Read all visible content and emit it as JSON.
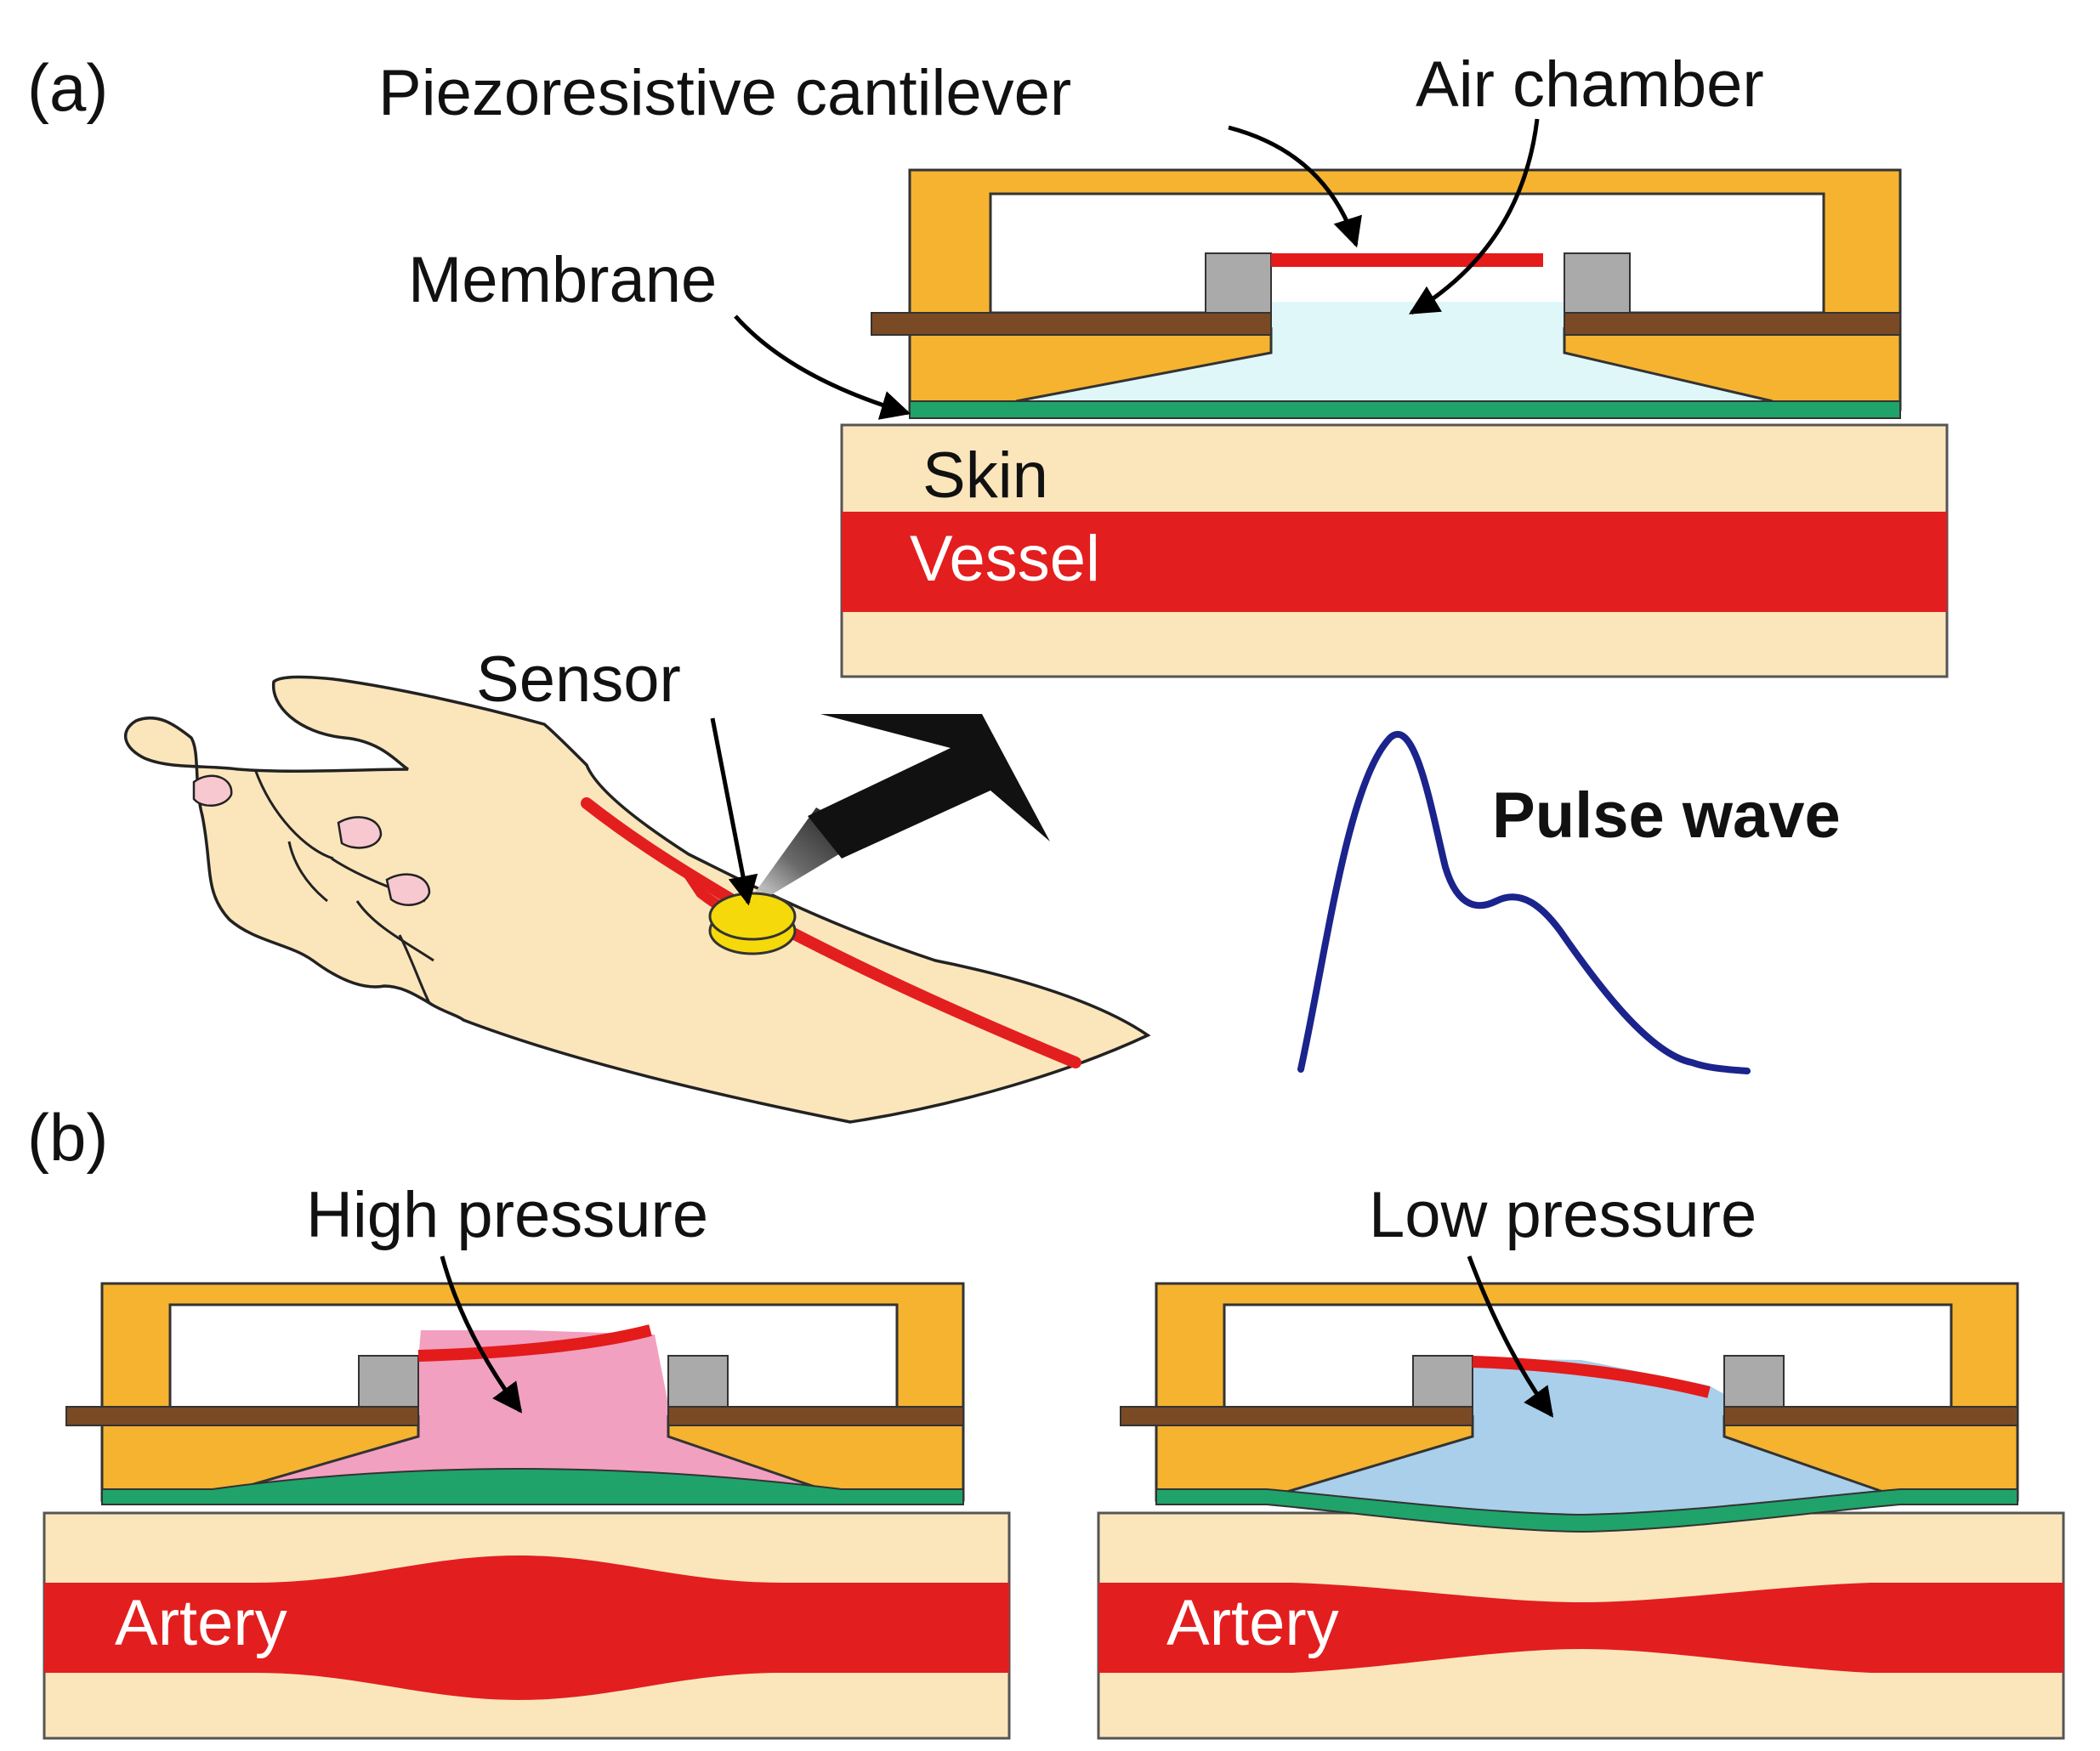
{
  "panel_a": {
    "tag": "(a)",
    "labels": {
      "cantilever": "Piezoresistive cantilever",
      "air_chamber": "Air chamber",
      "membrane": "Membrane",
      "skin": "Skin",
      "vessel": "Vessel",
      "sensor": "Sensor",
      "pulse_wave": "Pulse wave"
    }
  },
  "panel_b": {
    "tag": "(b)",
    "high": {
      "title": "High pressure",
      "artery": "Artery"
    },
    "low": {
      "title": "Low pressure",
      "artery": "Artery"
    }
  },
  "colors": {
    "housing": "#F5B330",
    "cantilever": "#E31B1B",
    "plate": "#7A4A25",
    "support": "#AAAAAA",
    "membrane": "#1FA36A",
    "skin": "#FBE6BC",
    "vessel": "#E31E1E",
    "air_chamber": "#E0F7FA",
    "air_high": "#F2A0C0",
    "air_low": "#AACFEA",
    "pulse_line": "#1B238C",
    "sensor": "#F5D90A"
  },
  "icons": {
    "hand": "hand-illustration",
    "sensor": "sensor-disc-icon",
    "zoom_arrow": "zoom-arrow-icon"
  }
}
